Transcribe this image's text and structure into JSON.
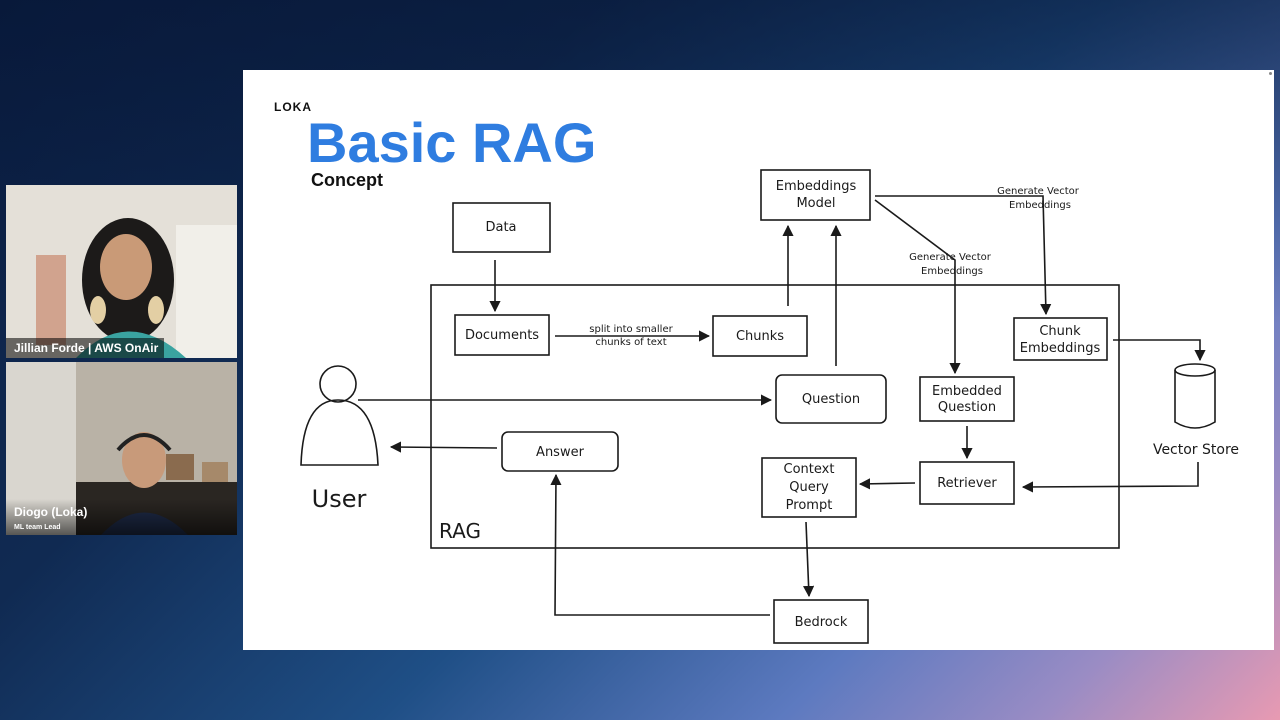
{
  "participants": [
    {
      "name": "Jillian Forde | AWS OnAir",
      "role": ""
    },
    {
      "name": "Diogo (Loka)",
      "role": "ML team Lead"
    }
  ],
  "slide": {
    "logo": "LOKA",
    "title": "Basic RAG",
    "subtitle": "Concept",
    "diagram": {
      "nodes": {
        "data": "Data",
        "documents": "Documents",
        "chunks": "Chunks",
        "embeddings_model_line1": "Embeddings",
        "embeddings_model_line2": "Model",
        "chunk_embeddings_line1": "Chunk",
        "chunk_embeddings_line2": "Embeddings",
        "vector_store": "Vector Store",
        "question": "Question",
        "embedded_question_line1": "Embedded",
        "embedded_question_line2": "Question",
        "retriever": "Retriever",
        "context_line1": "Context",
        "context_line2": "Query",
        "context_line3": "Prompt",
        "answer": "Answer",
        "bedrock": "Bedrock",
        "user": "User",
        "rag": "RAG"
      },
      "edge_labels": {
        "split_line1": "split into smaller",
        "split_line2": "chunks of text",
        "gen_vec1_line1": "Generate Vector",
        "gen_vec1_line2": "Embeddings",
        "gen_vec2_line1": "Generate Vector",
        "gen_vec2_line2": "Embeddings"
      }
    }
  },
  "colors": {
    "title_blue": "#2f7de0",
    "ink": "#1a1a1a"
  }
}
